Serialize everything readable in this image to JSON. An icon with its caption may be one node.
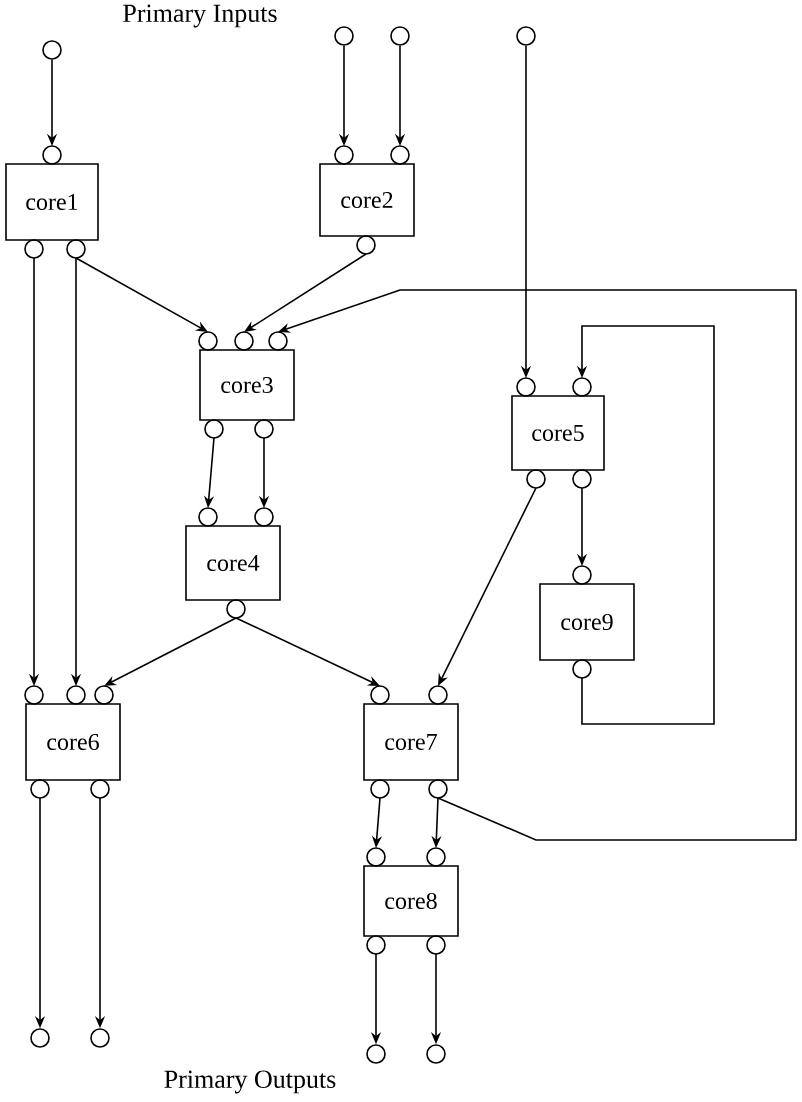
{
  "diagram": {
    "nodes": [
      {
        "text": [],
        "shape": "circle"
      },
      {
        "text": [],
        "shape": "circle"
      },
      {
        "text": [],
        "shape": "circle"
      },
      {
        "text": [],
        "shape": "circle"
      },
      {
        "text": [
          "core1"
        ]
      },
      {
        "text": [
          "core2"
        ]
      },
      {
        "text": [
          "core3"
        ]
      },
      {
        "text": [
          "core4"
        ]
      },
      {
        "text": [
          "core5"
        ]
      },
      {
        "text": [
          "core6"
        ]
      },
      {
        "text": [
          "core7"
        ]
      },
      {
        "text": [
          "core8"
        ]
      },
      {
        "text": [
          "core9"
        ]
      },
      {
        "text": [],
        "shape": "circle"
      },
      {
        "text": [],
        "shape": "circle"
      },
      {
        "text": [],
        "shape": "circle"
      },
      {
        "text": [],
        "shape": "circle"
      }
    ],
    "edges": [
      {
        "from": 0,
        "to": 4,
        "arrow": "to"
      },
      {
        "from": 1,
        "to": 5,
        "arrow": "to"
      },
      {
        "from": 2,
        "to": 5,
        "arrow": "to"
      },
      {
        "from": 3,
        "to": 8,
        "arrow": "to"
      },
      {
        "from": 4,
        "to": 9,
        "arrow": "to"
      },
      {
        "from": 4,
        "to": 9,
        "arrow": "to"
      },
      {
        "from": 4,
        "to": 6,
        "arrow": "to"
      },
      {
        "from": 5,
        "to": 6,
        "arrow": "to"
      },
      {
        "from": 10,
        "to": 6,
        "arrow": "to"
      },
      {
        "from": 6,
        "to": 7,
        "arrow": "to"
      },
      {
        "from": 6,
        "to": 7,
        "arrow": "to"
      },
      {
        "from": 7,
        "to": 9,
        "arrow": "to"
      },
      {
        "from": 7,
        "to": 10,
        "arrow": "to"
      },
      {
        "from": 8,
        "to": 10,
        "arrow": "to"
      },
      {
        "from": 8,
        "to": 12,
        "arrow": "to"
      },
      {
        "from": 12,
        "to": 8,
        "arrow": "to"
      },
      {
        "from": 9,
        "to": 13,
        "arrow": "to"
      },
      {
        "from": 9,
        "to": 14,
        "arrow": "to"
      },
      {
        "from": 10,
        "to": 11,
        "arrow": "to"
      },
      {
        "from": 10,
        "to": 11,
        "arrow": "to"
      },
      {
        "from": 11,
        "to": 15,
        "arrow": "to"
      },
      {
        "from": 11,
        "to": 16,
        "arrow": "to"
      }
    ],
    "labels": [
      "Primary Inputs",
      "Primary Outputs"
    ]
  }
}
